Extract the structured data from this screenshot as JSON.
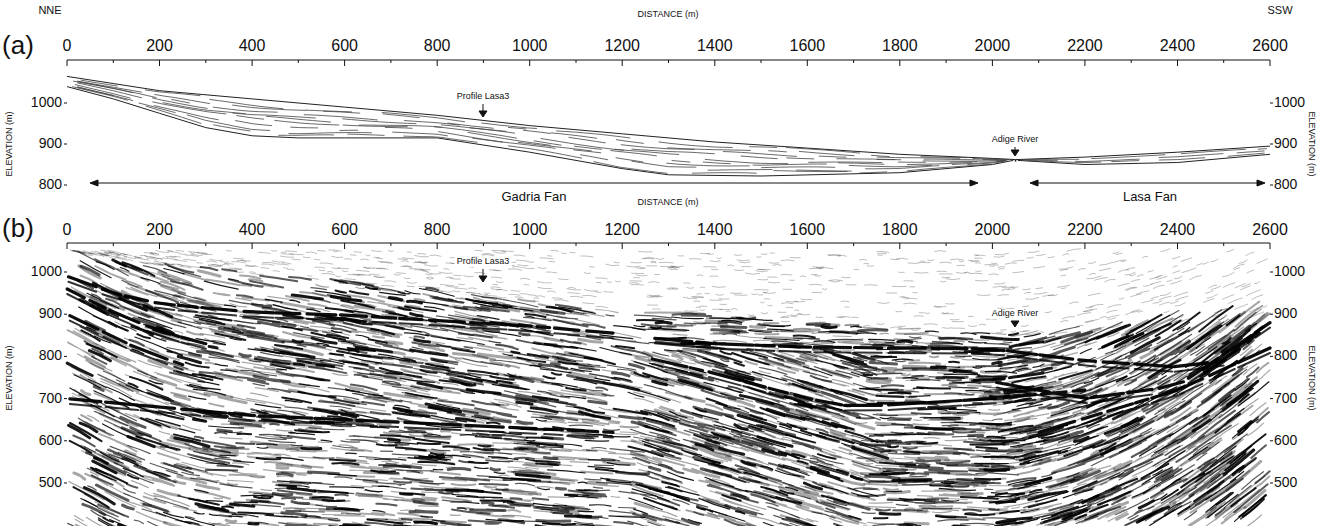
{
  "diagram": {
    "labels": [
      "NNE",
      "DISTANCE (m)",
      "SSW",
      "(a)",
      "0",
      "200",
      "400",
      "600",
      "800",
      "1000",
      "1200",
      "1400",
      "1600",
      "1800",
      "2000",
      "2200",
      "2400",
      "2600",
      "ELEVATION (m)",
      "1000",
      "900",
      "800",
      "ELEVATION (m)",
      "1000",
      "900",
      "800",
      "Profile Lasa3",
      "Adige River",
      "Gadria Fan",
      "Lasa Fan",
      "(b)",
      "DISTANCE (m)",
      "0",
      "200",
      "400",
      "600",
      "800",
      "1000",
      "1200",
      "1400",
      "1600",
      "1800",
      "2000",
      "2200",
      "2400",
      "2600",
      "ELEVATION (m)",
      "1000",
      "900",
      "800",
      "700",
      "600",
      "500",
      "Profile Lasa3",
      "Adige River",
      "ELEVATION (m)",
      "1000",
      "900",
      "800",
      "700",
      "600",
      "500"
    ]
  }
}
